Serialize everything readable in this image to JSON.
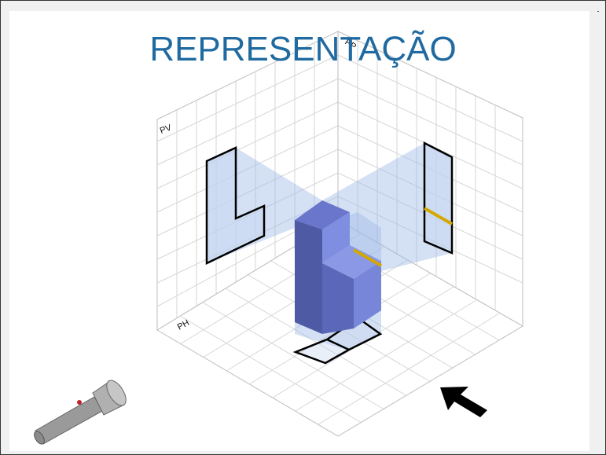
{
  "slide": {
    "title": "REPRESENTAÇÃO"
  },
  "diagram": {
    "plane_labels": {
      "vertical": "PV",
      "profile": "PP",
      "horizontal": "PH"
    },
    "icons": [
      "flashlight-icon",
      "arrow-up-left-icon"
    ],
    "colors": {
      "title": "#1f6aa0",
      "grid": "#c8c8c8",
      "projection": "#9fbbe6",
      "solid_front": "#5560a8",
      "solid_side": "#7f8ee0",
      "highlight_edge": "#d4a800"
    }
  }
}
